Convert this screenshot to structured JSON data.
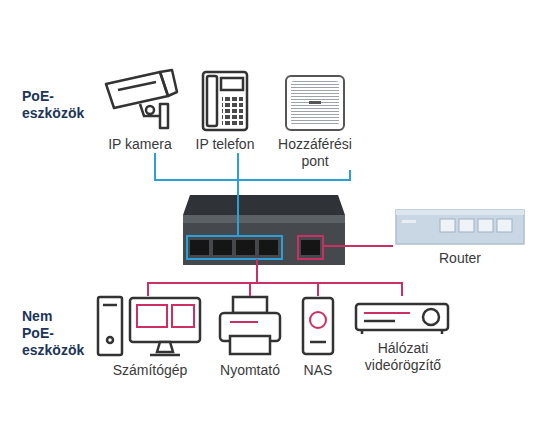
{
  "diagram": {
    "nodes": [
      {
        "text": [
          "IP kamera"
        ]
      },
      {
        "text": [
          "IP telefon"
        ]
      },
      {
        "text": [
          "Hozzáférési pont"
        ]
      },
      {
        "text": []
      },
      {
        "text": [
          "Router"
        ]
      },
      {
        "text": [
          "Számítógép"
        ]
      },
      {
        "text": [
          "Nyomtató"
        ]
      },
      {
        "text": [
          "NAS"
        ]
      },
      {
        "text": [
          "Hálózati videórögzítő"
        ]
      }
    ],
    "edges": [
      {
        "from": 0,
        "to": 3,
        "arrow": "none"
      },
      {
        "from": 1,
        "to": 3,
        "arrow": "none"
      },
      {
        "from": 2,
        "to": 3,
        "arrow": "none"
      },
      {
        "from": 3,
        "to": 4,
        "arrow": "none"
      },
      {
        "from": 3,
        "to": 5,
        "arrow": "none"
      },
      {
        "from": 3,
        "to": 6,
        "arrow": "none"
      },
      {
        "from": 3,
        "to": 7,
        "arrow": "none"
      },
      {
        "from": 3,
        "to": 8,
        "arrow": "none"
      }
    ],
    "labels": [
      "PoE- eszközök",
      "Nem PoE- eszközök"
    ]
  }
}
